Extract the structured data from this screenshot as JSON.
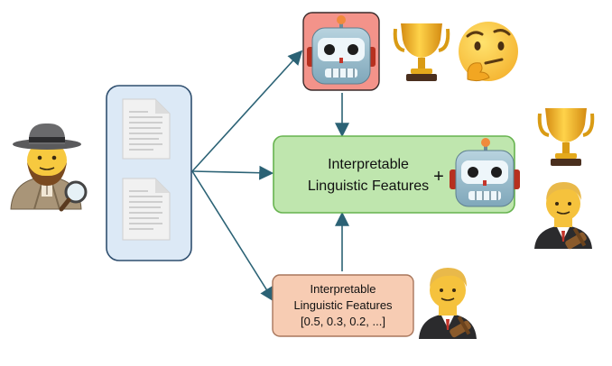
{
  "center_box": {
    "line1": "Interpretable",
    "line2": "Linguistic Features",
    "plus": "+"
  },
  "bottom_box": {
    "line1": "Interpretable",
    "line2": "Linguistic Features",
    "line3": "[0.5, 0.3, 0.2, ...]"
  },
  "icons": {
    "detective": "detective-icon",
    "document_top": "document-icon",
    "document_bottom": "document-icon",
    "robot_top": "robot-icon",
    "robot_center": "robot-icon",
    "trophy_top": "trophy-icon",
    "trophy_right": "trophy-icon",
    "thinking_face": "thinking-face-icon",
    "judge_right": "judge-icon",
    "judge_bottom": "judge-icon"
  },
  "colors": {
    "arrow": "#2b6275",
    "docs_panel_fill": "#dce9f6",
    "docs_panel_stroke": "#2f4f6f",
    "robot_box_fill": "#f3938a",
    "center_box_fill": "#bfe6ae",
    "center_box_stroke": "#67b34f",
    "bottom_box_fill": "#f7ccb3",
    "bottom_box_stroke": "#a8765c"
  }
}
